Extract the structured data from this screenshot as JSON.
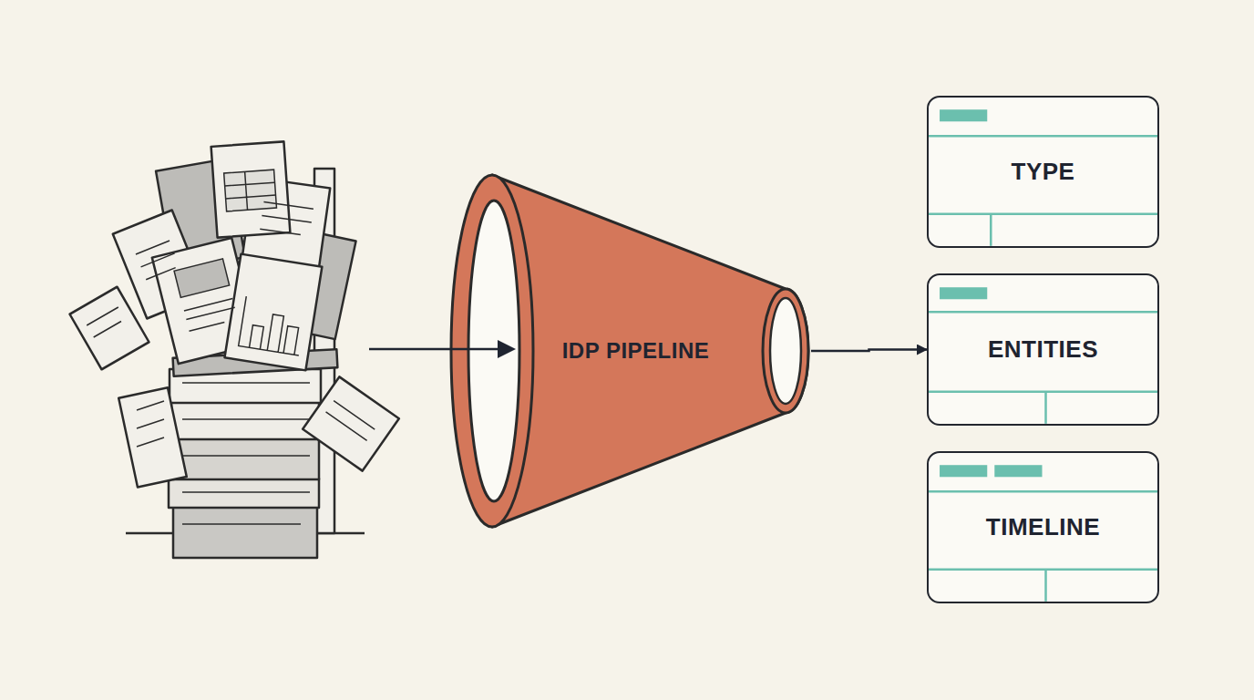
{
  "diagram": {
    "nodes": [
      {
        "text": [
          "IDP PIPELINE"
        ]
      },
      {
        "text": [
          "TYPE"
        ]
      },
      {
        "text": [
          "ENTITIES"
        ]
      },
      {
        "text": [
          "TIMELINE"
        ]
      }
    ],
    "edges": [
      {
        "from": 0,
        "to": 2,
        "arrow": "to"
      }
    ]
  }
}
